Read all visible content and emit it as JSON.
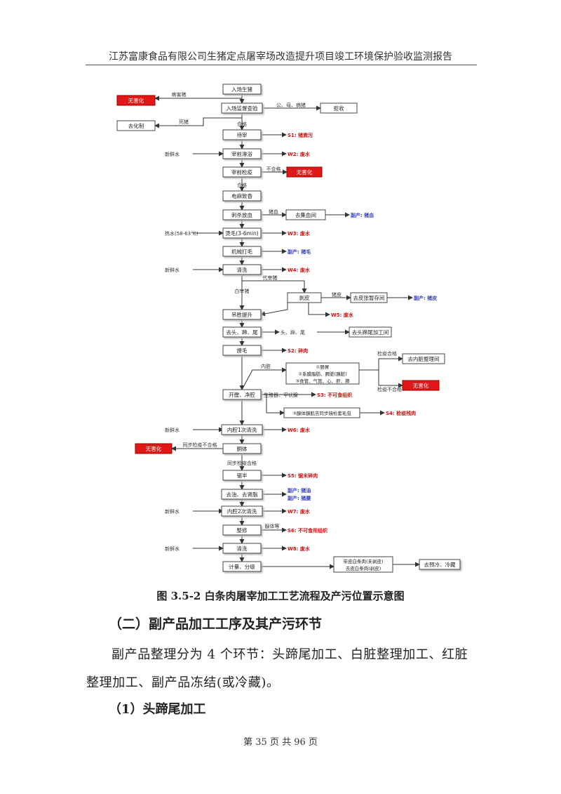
{
  "header": "江苏富康食品有限公司生猪定点屠宰场改造提升项目竣工环境保护验收监测报告",
  "diagram": {
    "boxes": {
      "intake": "入场生猪",
      "inspect": "入场监督查验",
      "wait": "待宰",
      "shower": "宰前淋浴",
      "preinspect": "宰前检疫",
      "stun": "电麻致昏",
      "stab": "刺杀放血",
      "scald": "烫毛(3-6min)",
      "dehair": "机械打毛",
      "wash1": "清洗",
      "peel": "剥皮",
      "hang": "吊胜提升",
      "remove_head": "去头、蹄、尾",
      "singe": "燎毛",
      "open": "开膛、净腔",
      "cavity_wash1": "内腔1次清洗",
      "split": "胴体",
      "saw": "锯半",
      "degrease": "去油、去肾脂",
      "cavity_wash2": "内腔2次清洗",
      "trim": "整修",
      "wash2": "清洗",
      "weigh": "计量、分级",
      "receive": "拒收",
      "harmless": "去化制",
      "blood_room": "去集血间",
      "skin_store": "去皮张暂存间",
      "head_proc": "去头蹄尾加工间",
      "viscera_room": "去内脏整理间",
      "carcass_out": "带皮白条肉(未剥皮)\n去皮白条肉(剥皮)",
      "cold": "去预冷、冷藏"
    },
    "red": {
      "sick_pig": "无害化",
      "fail1": "无害化",
      "fail2": "无害化",
      "fail3": "无害化"
    },
    "left_inputs": {
      "fresh_water": "新鲜水",
      "hot_water": "热水(58-63℃)"
    },
    "edge_labels": {
      "sick": "病害猪",
      "dead": "死猪",
      "other": "公、母、病猪",
      "pass": "合格",
      "fail": "不合格",
      "blood": "猪血",
      "skin": "猪皮",
      "peel_pig": "代宰猪",
      "white_pig": "白宰猪",
      "head_items": "头、蹄、尾",
      "viscera": "内脏",
      "v1": "①肠胃",
      "v2": "②系膜脂肪、脾脏(胰脏)",
      "v3": "③食管、气管、心、肝、肺",
      "glands": "生殖器、甲状腺",
      "lymph": "③腺体腺肌去同步镜检套毛虫",
      "qc_pass": "检疫合格",
      "qc_fail": "检疫不合格",
      "sync_fail": "同步检疫不合格",
      "sync_pass": "同步检疫合格",
      "trim_items": "腺体等"
    },
    "outputs": {
      "s1": "S1: 猪粪污",
      "w2": "W2: 废水",
      "w3": "W3: 废水",
      "byprod_blood": "副产: 猪血",
      "byprod_hair": "副产: 猪毛",
      "w4": "W4: 废水",
      "byprod_skin": "副产: 猪皮",
      "w5": "W5: 废水",
      "s2": "S2: 碎肉",
      "s3": "S3: 不可食组织",
      "s4": "S4: 检疫残肉",
      "w6": "W6: 废水",
      "s5": "S5: 锯末碎肉",
      "byprod_oil": "副产: 猪油",
      "byprod_kidney": "副产: 猪腰",
      "w7": "W7: 废水",
      "s6": "S6: 不可食用组织",
      "w8": "W8: 废水"
    }
  },
  "caption": "图 3.5-2  白条肉屠宰加工工艺流程及产污位置示意图",
  "section_title": "（二）副产品加工工序及其产污环节",
  "paragraph": "副产品整理分为 4 个环节：头蹄尾加工、白脏整理加工、红脏整理加工、副产品冻结(或冷藏)。",
  "subsection_title": "（1）头蹄尾加工",
  "footer": "第 35 页 共 96 页"
}
